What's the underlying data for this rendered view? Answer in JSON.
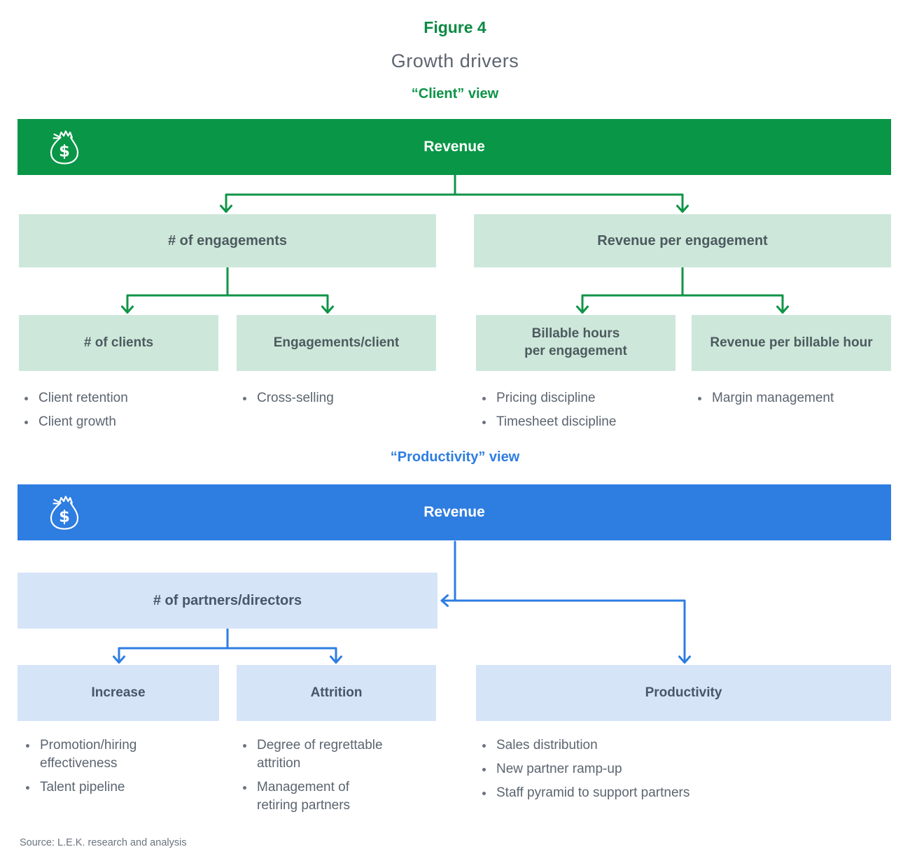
{
  "header": {
    "figure_label": "Figure 4",
    "title": "Growth drivers"
  },
  "colors": {
    "green": "#0a9647",
    "green_light": "#cde8da",
    "blue": "#2e7de1",
    "blue_light": "#d6e4f8"
  },
  "client_view": {
    "section_label": "“Client” view",
    "root_label": "Revenue",
    "root_icon": "money-bag-icon",
    "branches": [
      {
        "label": "# of engagements"
      },
      {
        "label": "Revenue per engagement"
      }
    ],
    "leaves": [
      {
        "label": "# of clients",
        "bullets": [
          "Client retention",
          "Client growth"
        ]
      },
      {
        "label": "Engagements/client",
        "bullets": [
          "Cross-selling"
        ]
      },
      {
        "label": "Billable hours\nper engagement",
        "bullets": [
          "Pricing discipline",
          "Timesheet discipline"
        ]
      },
      {
        "label": "Revenue per billable hour",
        "bullets": [
          "Margin management"
        ]
      }
    ]
  },
  "productivity_view": {
    "section_label": "“Productivity” view",
    "root_label": "Revenue",
    "root_icon": "money-bag-icon",
    "branches": [
      {
        "label": "# of partners/directors"
      }
    ],
    "leaves": [
      {
        "label": "Increase",
        "bullets": [
          "Promotion/hiring\neffectiveness",
          "Talent pipeline"
        ]
      },
      {
        "label": "Attrition",
        "bullets": [
          "Degree of regrettable\nattrition",
          "Management of\nretiring partners"
        ]
      },
      {
        "label": "Productivity",
        "bullets": [
          "Sales distribution",
          "New partner ramp-up",
          "Staff pyramid to support partners"
        ]
      }
    ]
  },
  "footer": {
    "source": "Source: L.E.K. research and analysis"
  }
}
